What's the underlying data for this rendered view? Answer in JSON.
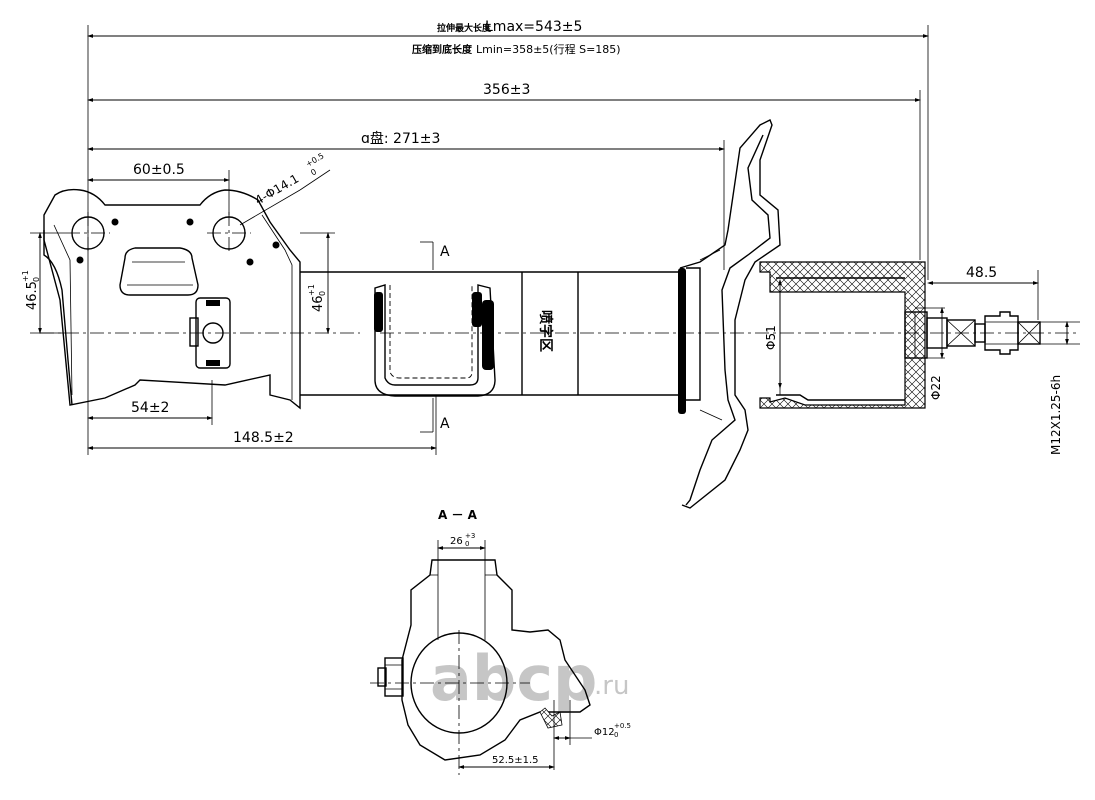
{
  "dimensions": {
    "lmax_cn": "拉伸最大长度",
    "lmax": "Lmax=543±5",
    "lmin_cn": "压缩到底长度",
    "lmin": "Lmin=358±5(行程 S=185)",
    "d356": "356±3",
    "d271": "ɑ盘: 271±3",
    "d60": "60±0.5",
    "holes": "4-Φ14.1",
    "holes_tol_up": "+0.5",
    "holes_tol_dn": "0",
    "d46_5": "46.5",
    "d46_5_tol_up": "+1",
    "d46_5_tol_dn": "0",
    "d46": "46",
    "d46_tol_up": "+1",
    "d46_tol_dn": "0",
    "d54": "54±2",
    "d148_5": "148.5±2",
    "d48_5": "48.5",
    "phi51": "Φ51",
    "phi22": "Φ22",
    "thread": "M12X1.25-6h",
    "d26": "26",
    "d26_tol_up": "+3",
    "d26_tol_dn": "0",
    "phi12": "Φ12",
    "phi12_tol_up": "+0.5",
    "phi12_tol_dn": "0",
    "d52_5": "52.5±1.5"
  },
  "labels": {
    "section_a_top": "A",
    "section_a_bottom": "A",
    "section_title": "A － A",
    "stamp": "喷字区"
  },
  "watermark": {
    "text": "abcp",
    "suffix": ".ru"
  }
}
